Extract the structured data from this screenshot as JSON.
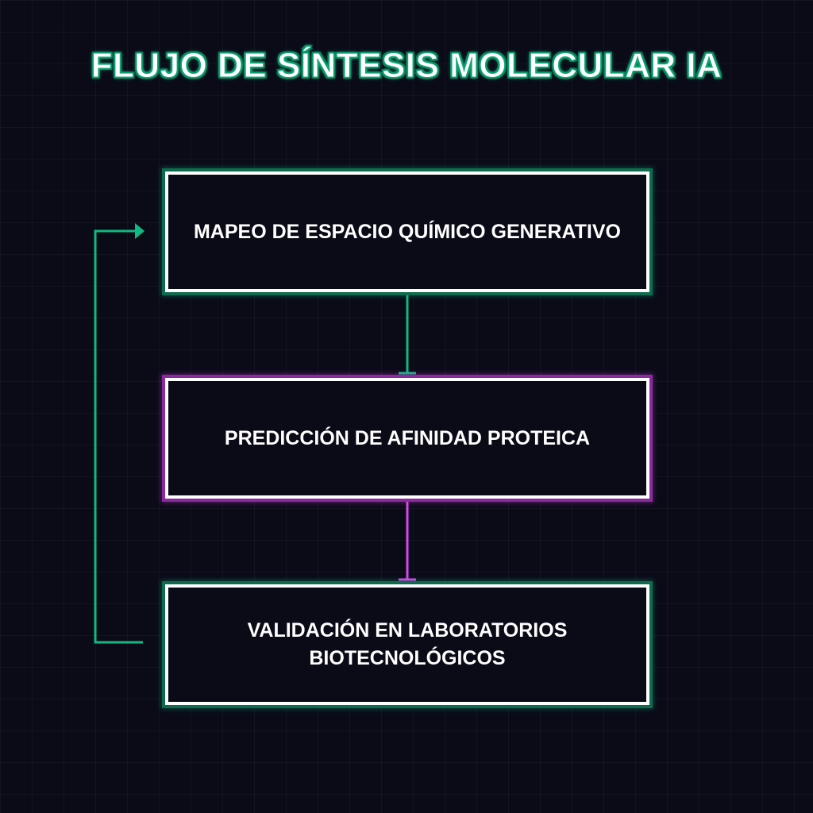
{
  "title": "FLUJO DE SÍNTESIS MOLECULAR IA",
  "nodes": [
    {
      "label": "MAPEO DE ESPACIO QUÍMICO GENERATIVO",
      "accent": "#10b981"
    },
    {
      "label": "PREDICCIÓN DE AFINIDAD PROTEICA",
      "accent": "#d946ef"
    },
    {
      "label": "VALIDACIÓN EN LABORATORIOS BIOTECNOLÓGICOS",
      "accent": "#10b981"
    }
  ],
  "colors": {
    "background": "#0b0b18",
    "green": "#10b981",
    "purple": "#d946ef",
    "text": "#ffffff"
  }
}
